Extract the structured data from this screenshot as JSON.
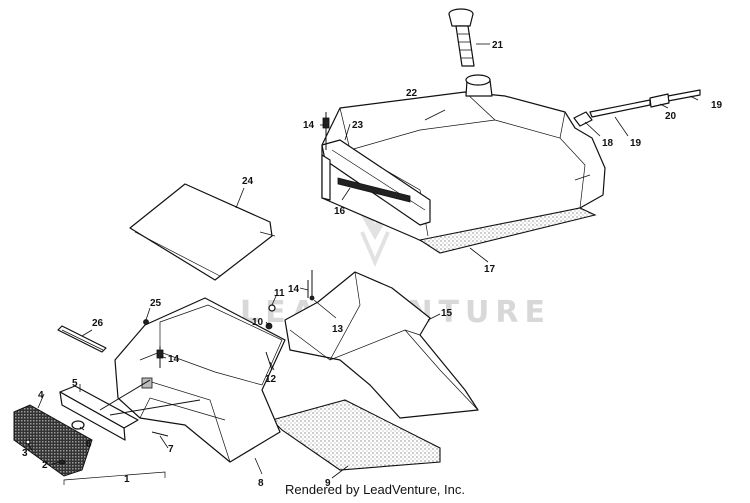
{
  "footer_text": "Rendered by LeadVenture, Inc.",
  "watermark_text": "LEADVENTURE",
  "callouts": {
    "c1": "1",
    "c2": "2",
    "c3": "3",
    "c4": "4",
    "c5": "5",
    "c6": "6",
    "c7": "7",
    "c8": "8",
    "c9": "9",
    "c10": "10",
    "c11": "11",
    "c12": "12",
    "c13": "13",
    "c14a": "14",
    "c14b": "14",
    "c14c": "14",
    "c15": "15",
    "c16": "16",
    "c17": "17",
    "c18": "18",
    "c19a": "19",
    "c19b": "19",
    "c20": "20",
    "c21": "21",
    "c22": "22",
    "c23": "23",
    "c24": "24",
    "c25": "25",
    "c26": "26"
  }
}
